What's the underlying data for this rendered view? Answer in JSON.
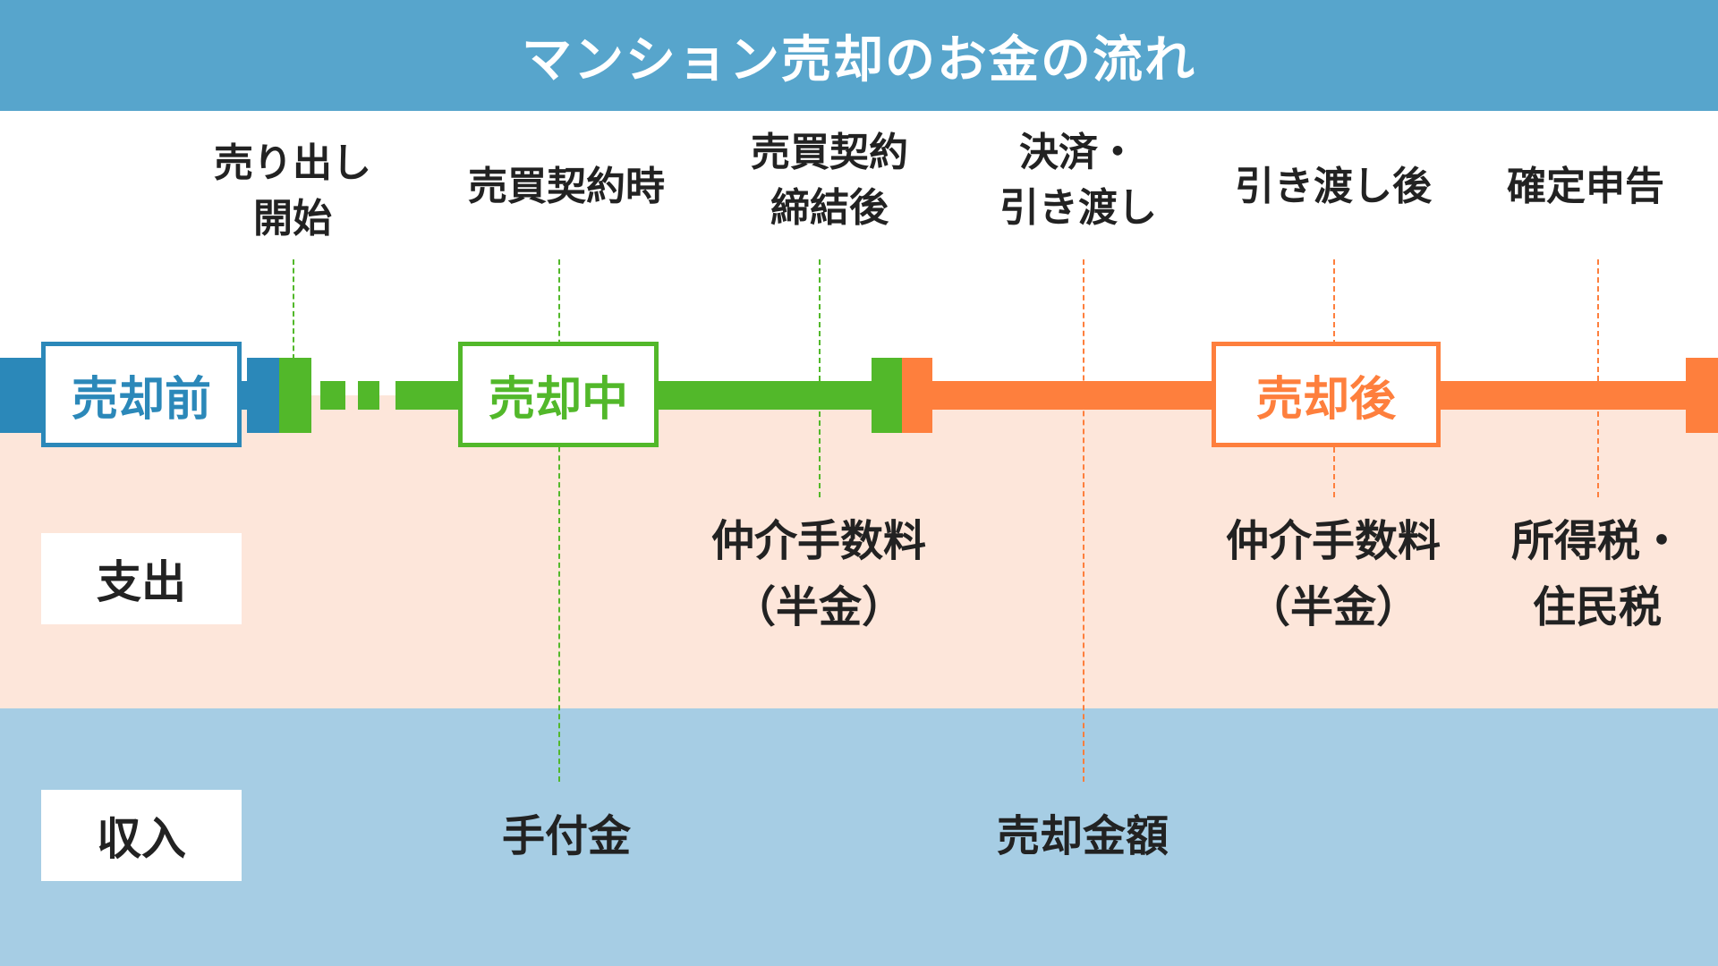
{
  "title": "マンション売却のお金の流れ",
  "colors": {
    "blue": "#2b88b9",
    "green": "#52b82a",
    "orange": "#fe7f3d"
  },
  "stages": [
    {
      "label": "売り出し\n開始"
    },
    {
      "label": "売買契約時"
    },
    {
      "label": "売買契約\n締結後"
    },
    {
      "label": "決済・\n引き渡し"
    },
    {
      "label": "引き渡し後"
    },
    {
      "label": "確定申告"
    }
  ],
  "phases": {
    "before": "売却前",
    "during": "売却中",
    "after": "売却後"
  },
  "rows": {
    "expense": "支出",
    "income": "収入"
  },
  "expenses": [
    {
      "label": "仲介手数料\n（半金）"
    },
    {
      "label": "仲介手数料\n（半金）"
    },
    {
      "label": "所得税・\n住民税"
    }
  ],
  "incomes": [
    {
      "label": "手付金"
    },
    {
      "label": "売却金額"
    }
  ]
}
